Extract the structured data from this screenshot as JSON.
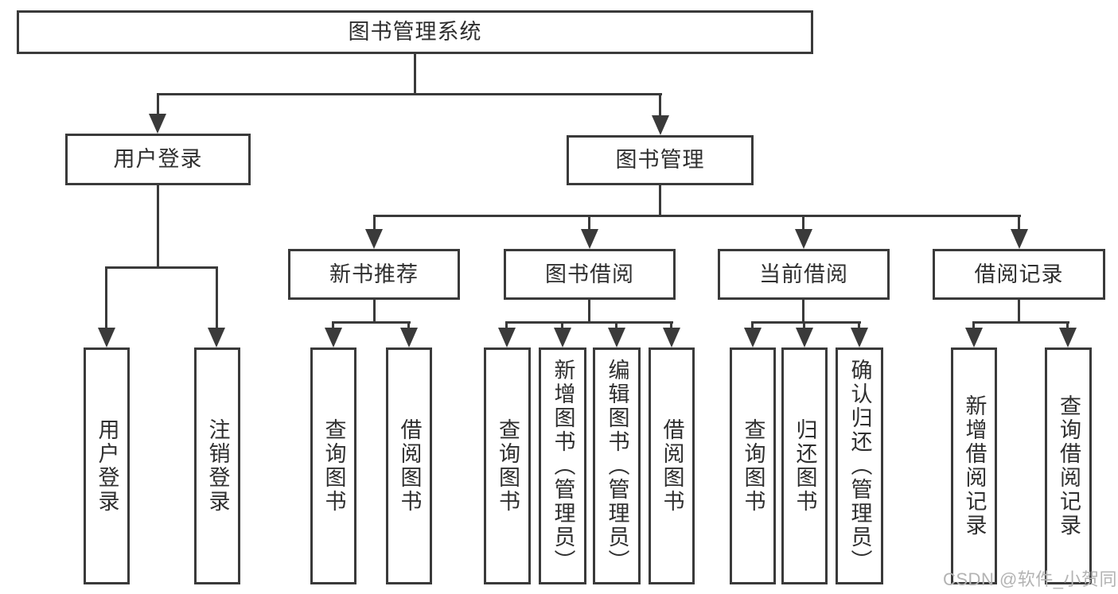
{
  "nodes": {
    "root": "图书管理系统",
    "level2": {
      "user_login": "用户登录",
      "book_mgmt": "图书管理"
    },
    "level3": {
      "new_books": "新书推荐",
      "book_borrow": "图书借阅",
      "current_borrow": "当前借阅",
      "borrow_records": "借阅记录"
    },
    "leaves": {
      "user_login": "用户登录",
      "logout": "注销登录",
      "nb_query": "查询图书",
      "nb_borrow": "借阅图书",
      "bb_query": "查询图书",
      "bb_add": "新增图书（管理员）",
      "bb_edit": "编辑图书（管理员）",
      "bb_borrow": "借阅图书",
      "cb_query": "查询图书",
      "cb_return": "归还图书",
      "cb_confirm": "确认归还（管理员）",
      "br_add": "新增借阅记录",
      "br_query": "查询借阅记录"
    }
  },
  "watermark": "CSDN @软件_小贺同学",
  "colors": {
    "line": "#3a3a3a",
    "text": "#2f2f2f",
    "watermark": "#b3b3b3",
    "background": "#ffffff"
  }
}
